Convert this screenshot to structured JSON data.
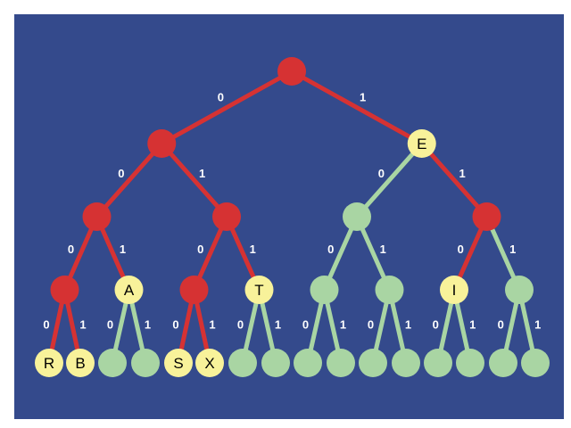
{
  "colors": {
    "background": "#344a8c",
    "edge_active": "#d63233",
    "edge_inactive": "#a9d5a3",
    "node_active": "#d63233",
    "node_leaf_letter": "#f8f29a",
    "node_unused": "#a9d5a3",
    "bit_label": "#ffffff"
  },
  "tree": {
    "nodes": [
      {
        "id": "root",
        "label": "",
        "style": "active"
      },
      {
        "id": "n0",
        "label": "",
        "style": "active"
      },
      {
        "id": "n1",
        "label": "E",
        "style": "letter"
      },
      {
        "id": "n00",
        "label": "",
        "style": "active"
      },
      {
        "id": "n01",
        "label": "",
        "style": "active"
      },
      {
        "id": "n10",
        "label": "",
        "style": "unused"
      },
      {
        "id": "n11",
        "label": "",
        "style": "active"
      },
      {
        "id": "n000",
        "label": "",
        "style": "active"
      },
      {
        "id": "n001",
        "label": "A",
        "style": "letter"
      },
      {
        "id": "n010",
        "label": "",
        "style": "active"
      },
      {
        "id": "n011",
        "label": "T",
        "style": "letter"
      },
      {
        "id": "n100",
        "label": "",
        "style": "unused"
      },
      {
        "id": "n101",
        "label": "",
        "style": "unused"
      },
      {
        "id": "n110",
        "label": "I",
        "style": "letter"
      },
      {
        "id": "n111",
        "label": "",
        "style": "unused"
      },
      {
        "id": "n0000",
        "label": "R",
        "style": "letter"
      },
      {
        "id": "n0001",
        "label": "B",
        "style": "letter"
      },
      {
        "id": "n0010",
        "label": "",
        "style": "unused"
      },
      {
        "id": "n0011",
        "label": "",
        "style": "unused"
      },
      {
        "id": "n0100",
        "label": "S",
        "style": "letter"
      },
      {
        "id": "n0101",
        "label": "X",
        "style": "letter"
      },
      {
        "id": "n0110",
        "label": "",
        "style": "unused"
      },
      {
        "id": "n0111",
        "label": "",
        "style": "unused"
      },
      {
        "id": "n1000",
        "label": "",
        "style": "unused"
      },
      {
        "id": "n1001",
        "label": "",
        "style": "unused"
      },
      {
        "id": "n1010",
        "label": "",
        "style": "unused"
      },
      {
        "id": "n1011",
        "label": "",
        "style": "unused"
      },
      {
        "id": "n1100",
        "label": "",
        "style": "unused"
      },
      {
        "id": "n1101",
        "label": "",
        "style": "unused"
      },
      {
        "id": "n1110",
        "label": "",
        "style": "unused"
      },
      {
        "id": "n1111",
        "label": "",
        "style": "unused"
      }
    ],
    "edges": [
      {
        "from": "root",
        "to": "n0",
        "bit": "0",
        "style": "active"
      },
      {
        "from": "root",
        "to": "n1",
        "bit": "1",
        "style": "active"
      },
      {
        "from": "n0",
        "to": "n00",
        "bit": "0",
        "style": "active"
      },
      {
        "from": "n0",
        "to": "n01",
        "bit": "1",
        "style": "active"
      },
      {
        "from": "n1",
        "to": "n10",
        "bit": "0",
        "style": "inactive"
      },
      {
        "from": "n1",
        "to": "n11",
        "bit": "1",
        "style": "active"
      },
      {
        "from": "n00",
        "to": "n000",
        "bit": "0",
        "style": "active"
      },
      {
        "from": "n00",
        "to": "n001",
        "bit": "1",
        "style": "active"
      },
      {
        "from": "n01",
        "to": "n010",
        "bit": "0",
        "style": "active"
      },
      {
        "from": "n01",
        "to": "n011",
        "bit": "1",
        "style": "active"
      },
      {
        "from": "n10",
        "to": "n100",
        "bit": "0",
        "style": "inactive"
      },
      {
        "from": "n10",
        "to": "n101",
        "bit": "1",
        "style": "inactive"
      },
      {
        "from": "n11",
        "to": "n110",
        "bit": "0",
        "style": "active"
      },
      {
        "from": "n11",
        "to": "n111",
        "bit": "1",
        "style": "inactive"
      },
      {
        "from": "n000",
        "to": "n0000",
        "bit": "0",
        "style": "active"
      },
      {
        "from": "n000",
        "to": "n0001",
        "bit": "1",
        "style": "active"
      },
      {
        "from": "n001",
        "to": "n0010",
        "bit": "0",
        "style": "inactive"
      },
      {
        "from": "n001",
        "to": "n0011",
        "bit": "1",
        "style": "inactive"
      },
      {
        "from": "n010",
        "to": "n0100",
        "bit": "0",
        "style": "active"
      },
      {
        "from": "n010",
        "to": "n0101",
        "bit": "1",
        "style": "active"
      },
      {
        "from": "n011",
        "to": "n0110",
        "bit": "0",
        "style": "inactive"
      },
      {
        "from": "n011",
        "to": "n0111",
        "bit": "1",
        "style": "inactive"
      },
      {
        "from": "n100",
        "to": "n1000",
        "bit": "0",
        "style": "inactive"
      },
      {
        "from": "n100",
        "to": "n1001",
        "bit": "1",
        "style": "inactive"
      },
      {
        "from": "n101",
        "to": "n1010",
        "bit": "0",
        "style": "inactive"
      },
      {
        "from": "n101",
        "to": "n1011",
        "bit": "1",
        "style": "inactive"
      },
      {
        "from": "n110",
        "to": "n1100",
        "bit": "0",
        "style": "inactive"
      },
      {
        "from": "n110",
        "to": "n1101",
        "bit": "1",
        "style": "inactive"
      },
      {
        "from": "n111",
        "to": "n1110",
        "bit": "0",
        "style": "inactive"
      },
      {
        "from": "n111",
        "to": "n1111",
        "bit": "1",
        "style": "inactive"
      }
    ]
  }
}
